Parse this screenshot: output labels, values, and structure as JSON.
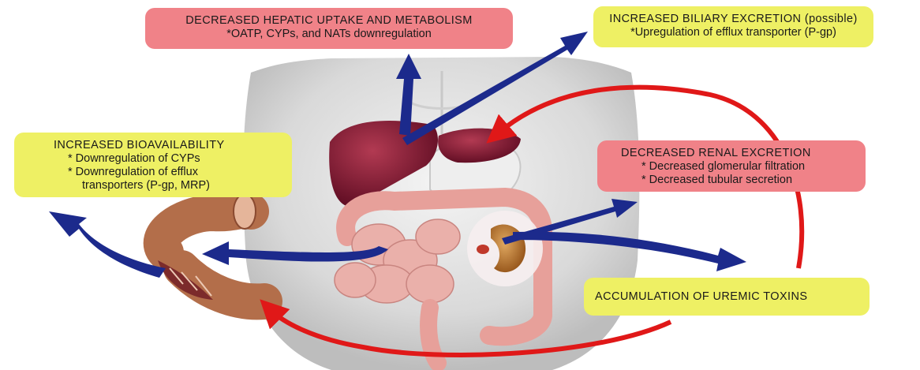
{
  "boxes": {
    "hepatic": {
      "title": "DECREASED HEPATIC UPTAKE AND METABOLISM",
      "line1": "*OATP, CYPs, and NATs downregulation"
    },
    "biliary": {
      "title": "INCREASED BILIARY EXCRETION (possible)",
      "line1": "*Upregulation of efflux transporter (P-gp)"
    },
    "bioavailability": {
      "title": "INCREASED BIOAVAILABILITY",
      "line1": "* Downregulation of CYPs",
      "line2": "* Downregulation of efflux",
      "line3": "transporters (P-gp, MRP)"
    },
    "renal": {
      "title": "DECREASED RENAL EXCRETION",
      "line1": "* Decreased glomerular filtration",
      "line2": "* Decreased tubular secretion"
    },
    "uremic": {
      "title": "ACCUMULATION OF UREMIC TOXINS"
    }
  },
  "colors": {
    "pink_box": "#f08288",
    "yellow_box": "#eef064",
    "blue_arrow": "#1c2a8c",
    "red_arrow": "#e01818",
    "liver": "#7a1630",
    "intestine": "#e7a09a",
    "kidney": "#b8792e"
  }
}
